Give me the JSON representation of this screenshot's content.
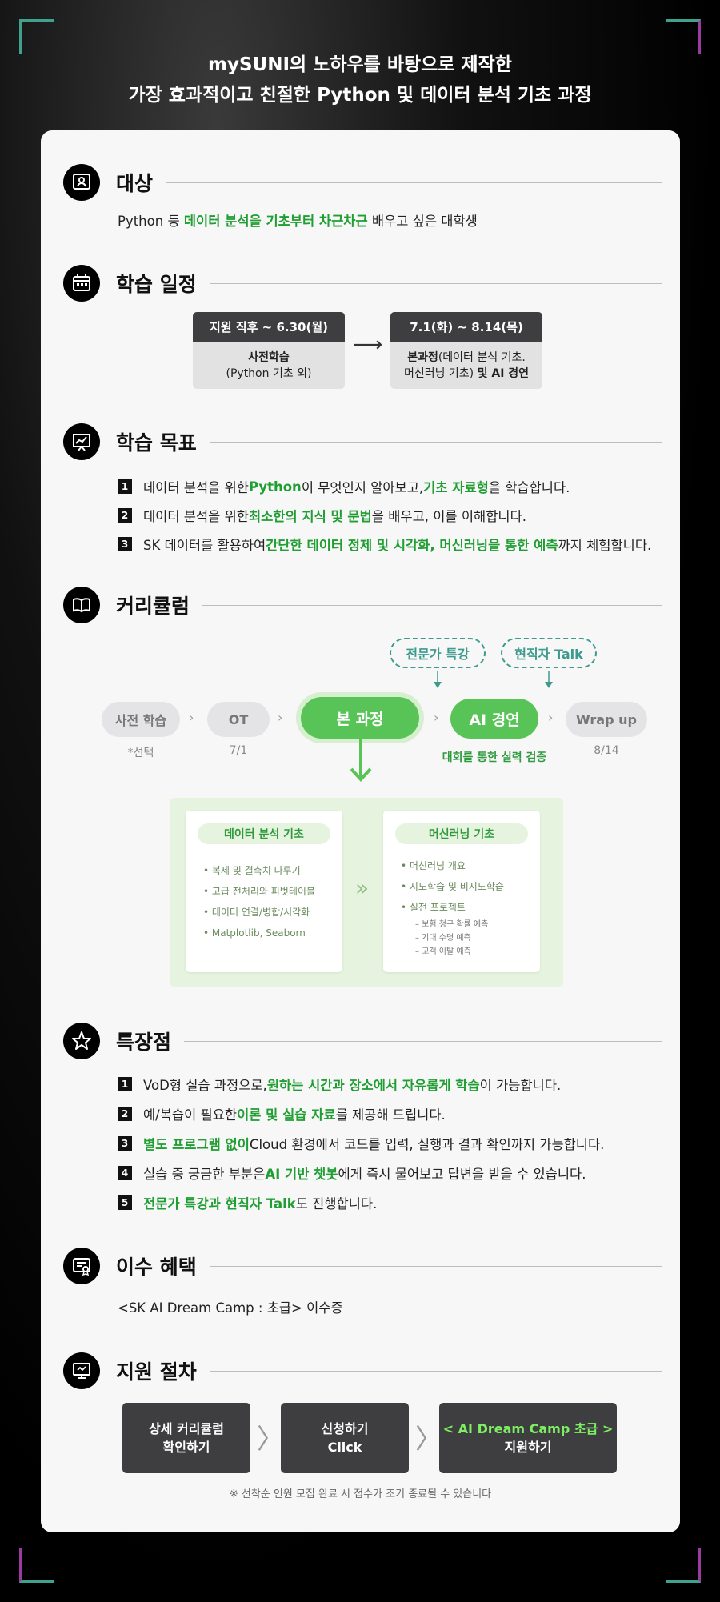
{
  "headline": {
    "line1": "mySUNI의 노하우를 바탕으로 제작한",
    "line2": "가장 효과적이고 친절한 Python 및 데이터 분석 기초 과정"
  },
  "target": {
    "title": "대상",
    "text_pre": "Python 등 ",
    "text_hl": "데이터 분석을 기초부터 차근차근",
    "text_post": " 배우고 싶은 대학생"
  },
  "schedule": {
    "title": "학습 일정",
    "left_top": "지원 직후 ~ 6.30(월)",
    "left_b1": "사전학습",
    "left_b2": "(Python 기초 외)",
    "right_top": "7.1(화) ~ 8.14(목)",
    "right_b1a": "본과정",
    "right_b1b": "(데이터 분석 기초.",
    "right_b2a": "머신러닝 기초) ",
    "right_b2b": "및 AI 경연",
    "arrow": "⟶"
  },
  "goals": {
    "title": "학습 목표",
    "items": [
      {
        "n": "1",
        "a": "데이터 분석을 위한 ",
        "b": "Python",
        "c": "이 무엇인지 알아보고, ",
        "d": "기초 자료형",
        "e": "을 학습합니다."
      },
      {
        "n": "2",
        "a": "데이터 분석을 위한 ",
        "b": "최소한의 지식 및 문법",
        "c": "을 배우고, 이를 이해합니다.",
        "d": "",
        "e": ""
      },
      {
        "n": "3",
        "a": "SK 데이터를 활용하여 ",
        "b": "간단한 데이터 정제 및 시각화, 머신러닝을 통한 예측",
        "c": "까지 체험합니다.",
        "d": "",
        "e": ""
      }
    ]
  },
  "curriculum": {
    "title": "커리큘럼",
    "expert": "전문가 특강",
    "worker": "현직자 Talk",
    "pre": "사전 학습",
    "pre_sub": "*선택",
    "ot": "OT",
    "ot_sub": "7/1",
    "main": "본 과정",
    "ai": "AI 경연",
    "ai_sub": "대회를 통한 실력 검증",
    "wrap": "Wrap up",
    "wrap_sub": "8/14",
    "chev": "›",
    "box1_label": "데이터 분석 기초",
    "box1_items": [
      "• 복제 및 결측치 다루기",
      "• 고급 전처리와 피벗테이블",
      "• 데이터 연결/병합/시각화",
      "• Matplotlib, Seaborn"
    ],
    "box2_label": "머신러닝 기초",
    "box2_items": [
      "• 머신러닝 개요",
      "• 지도학습 및 비지도학습",
      "• 실전 프로젝트"
    ],
    "box2_sub": [
      "– 보험 청구 확률 예측",
      "– 기대 수명 예측",
      "– 고객 이탈 예측"
    ],
    "double_chev": "»"
  },
  "features": {
    "title": "특장점",
    "items": [
      {
        "n": "1",
        "a": "VoD형 실습 과정으로, ",
        "b": "원하는 시간과 장소에서 자유롭게 학습",
        "c": "이 가능합니다."
      },
      {
        "n": "2",
        "a": "예/복습이 필요한 ",
        "b": "이론 및 실습 자료",
        "c": "를 제공해 드립니다."
      },
      {
        "n": "3",
        "a": "",
        "b": "별도 프로그램 없이",
        "c": " Cloud 환경에서 코드를 입력, 실행과 결과 확인까지 가능합니다."
      },
      {
        "n": "4",
        "a": "실습 중 궁금한 부분은 ",
        "b": "AI 기반 챗봇",
        "c": "에게 즉시 물어보고 답변을 받을 수 있습니다."
      },
      {
        "n": "5",
        "a": "",
        "b": "전문가 특강과 현직자 Talk",
        "c": "도 진행합니다."
      }
    ]
  },
  "benefit": {
    "title": "이수 혜택",
    "text": "<SK AI Dream Camp : 초급> 이수증"
  },
  "apply": {
    "title": "지원 절차",
    "step1a": "상세 커리큘럼",
    "step1b": "확인하기",
    "step2a": "신청하기",
    "step2b": "Click",
    "step3a": "< AI Dream Camp 초급 >",
    "step3b": "지원하기",
    "chev": "〉",
    "note": "※ 선착순 인원 모집 완료 시 접수가 조기 종료될 수 있습니다"
  }
}
